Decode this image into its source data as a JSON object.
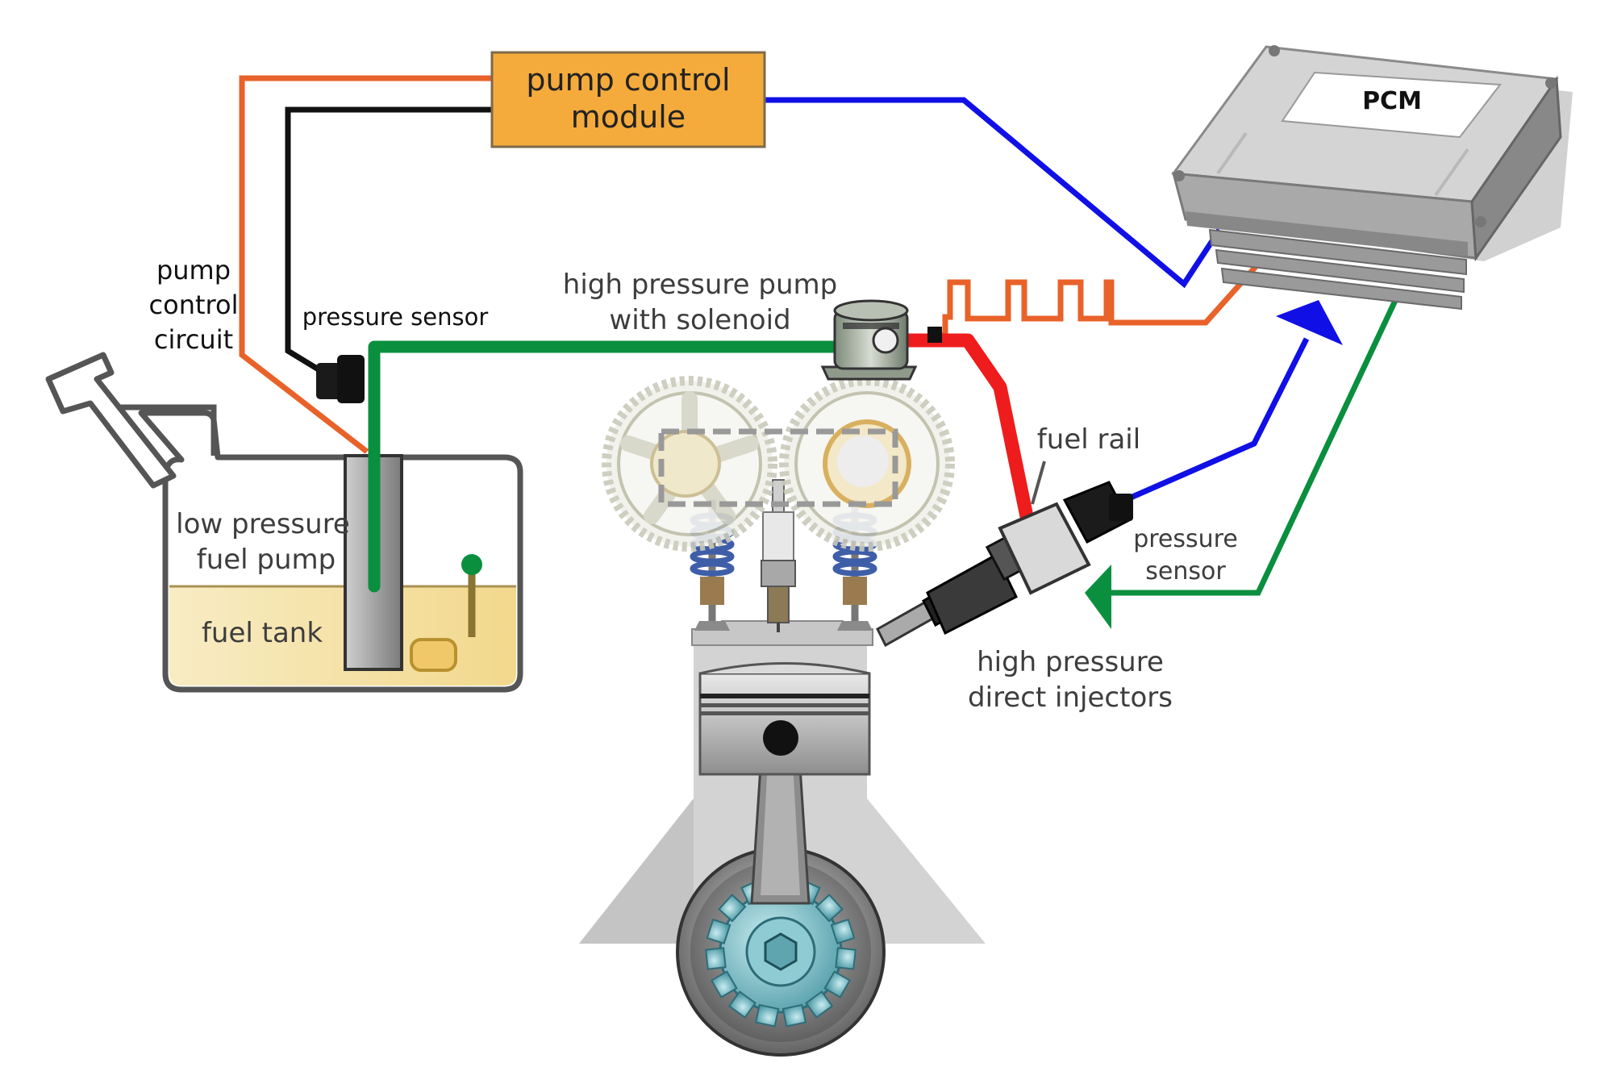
{
  "labels": {
    "pump_control_module": [
      "pump control",
      "module"
    ],
    "pcm": "PCM",
    "pump_control_circuit": [
      "pump",
      "control",
      "circuit"
    ],
    "pressure_sensor_low": "pressure sensor",
    "high_pressure_pump": [
      "high pressure pump",
      "with solenoid"
    ],
    "fuel_rail": "fuel rail",
    "pressure_sensor_rail": [
      "pressure",
      "sensor"
    ],
    "low_pressure_fuel_pump": [
      "low pressure",
      "fuel pump"
    ],
    "fuel_tank": "fuel tank",
    "direct_injectors": [
      "high pressure",
      "direct injectors"
    ]
  },
  "colors": {
    "module_fill": "#f4ab3c",
    "fuel_line_green": "#0a8f3f",
    "signal_blue": "#1010e6",
    "signal_orange": "#e8622a",
    "high_pressure_red": "#ee1c1c",
    "ground_black": "#111111",
    "fuel": "#f5e1a4"
  },
  "icons": [
    "pcm-box-icon",
    "fuel-tank-icon",
    "piston-icon",
    "cam-gear-icon",
    "crank-gear-icon",
    "spark-plug-icon",
    "valve-spring-icon",
    "fuel-injector-icon",
    "pressure-sensor-icon",
    "high-pressure-pump-icon"
  ]
}
